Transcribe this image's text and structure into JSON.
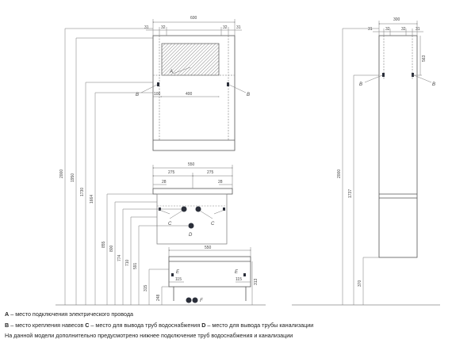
{
  "legend": {
    "line1_key": "A",
    "line1_text": " – место подключения электрического провода",
    "line2_key_b": "B",
    "line2_text_b": " – место крепления навесов ",
    "line2_key_c": "C",
    "line2_text_c": " – место для вывода труб водоснабжения ",
    "line2_key_d": "D",
    "line2_text_d": " – место для вывода трубы канализации",
    "line3_text": "На данной модели дополнительно предусмотрено нижнее подключение труб водоснабжения и канализации"
  },
  "dimensions": {
    "mirror_width": "600",
    "mirror_inner_width": "400",
    "mirror_offset_left": "100",
    "mirror_left_31": "31",
    "mirror_left_32": "32",
    "mirror_right_32": "32",
    "mirror_right_31": "31",
    "cabinet_width": "550",
    "cabinet_half_left": "275",
    "cabinet_half_right": "275",
    "cabinet_28_left": "28",
    "cabinet_28_right": "28",
    "base_width": "550",
    "pipe_115_left": "115",
    "pipe_115_right": "115",
    "h_2000": "2000",
    "h_1950": "1950",
    "h_1730": "1730",
    "h_1664": "1664",
    "h_855": "855",
    "h_800": "800",
    "h_774": "774",
    "h_710": "710",
    "h_591": "591",
    "h_315": "315",
    "h_248": "248",
    "h_313": "313",
    "side_width": "300",
    "side_31_left": "31",
    "side_32_left": "32",
    "side_32_right": "32",
    "side_31_right": "31",
    "side_h_2000": "2000",
    "side_h_1737": "1737",
    "side_h_370": "370",
    "side_h_563": "563"
  },
  "labels": {
    "a": "A",
    "b_left": "B",
    "b_right": "B",
    "b_side_left": "B",
    "b_side_right": "B",
    "c_left": "C",
    "c_right": "C",
    "d_center": "D",
    "e_left": "E",
    "e_right": "E",
    "f_center": "F"
  }
}
